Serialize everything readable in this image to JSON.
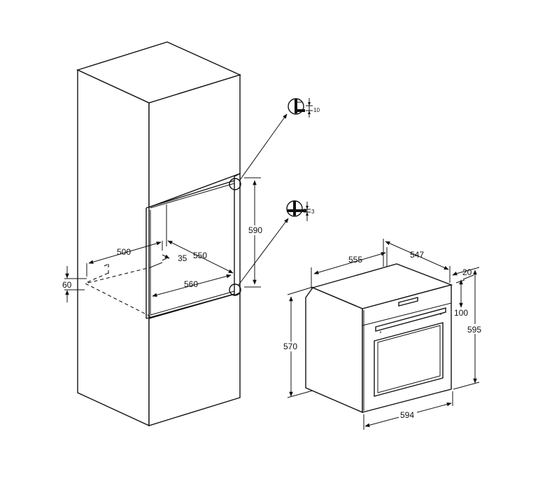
{
  "cabinet": {
    "niche_height": "590",
    "niche_depth": "550",
    "niche_width": "560",
    "back_offset": "35",
    "base_depth": "500",
    "vent_gap": "60",
    "detail_top_gap": "10",
    "detail_bottom_gap": "3"
  },
  "oven": {
    "depth_total": "555",
    "depth_body": "547",
    "door_thickness": "20",
    "panel_height": "100",
    "height_total": "595",
    "height_body": "570",
    "width": "594"
  }
}
